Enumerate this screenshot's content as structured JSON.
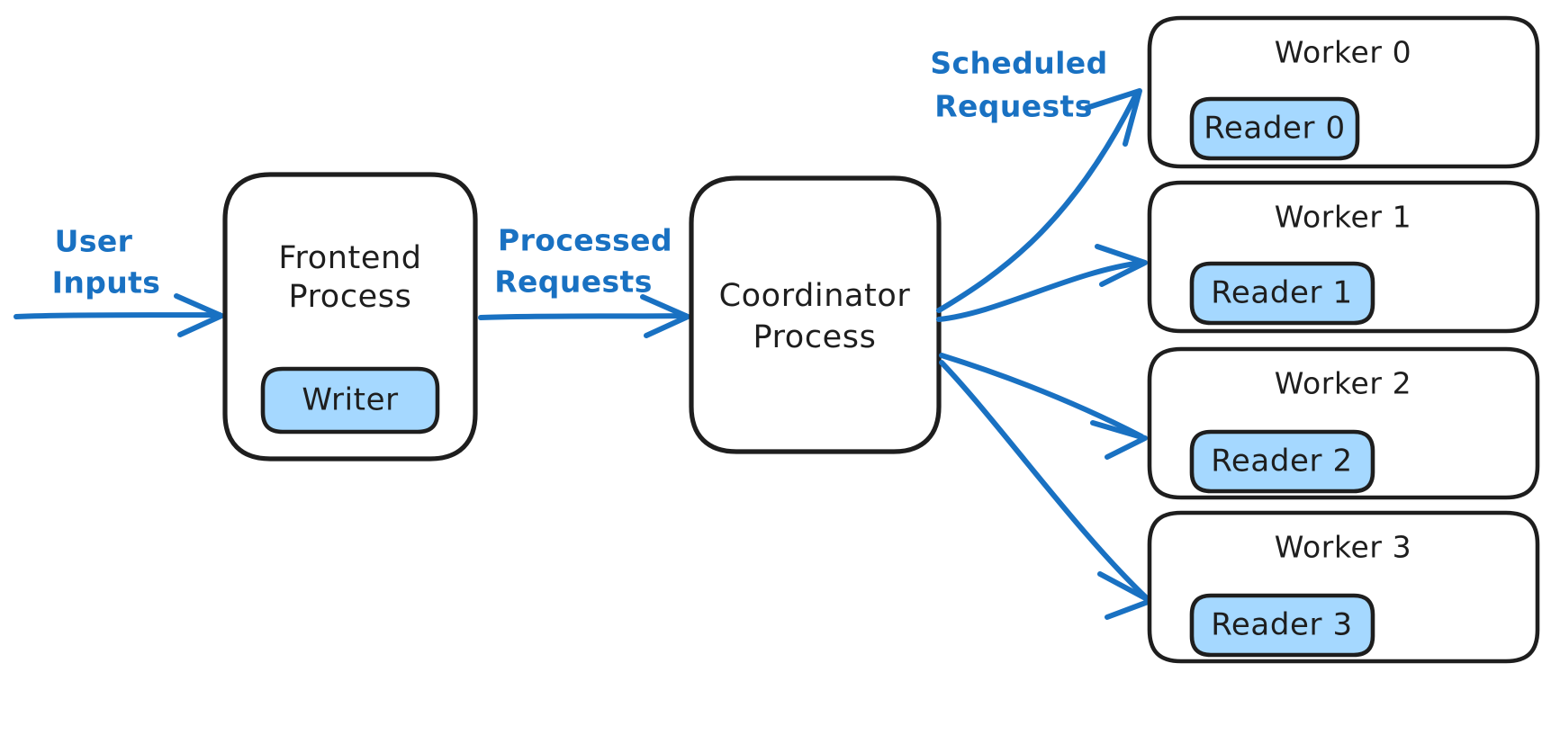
{
  "diagram": {
    "title": "Frontend / Coordinator / Worker process architecture",
    "colors": {
      "stroke": "#1e1e1e",
      "accent": "#1971c2",
      "sub_fill": "#a5d8ff",
      "background": "#ffffff"
    },
    "nodes": {
      "frontend": {
        "label_line1": "Frontend",
        "label_line2": "Process",
        "sub": {
          "label": "Writer"
        }
      },
      "coordinator": {
        "label_line1": "Coordinator",
        "label_line2": "Process"
      },
      "workers": [
        {
          "label": "Worker 0",
          "sub": {
            "label": "Reader 0"
          }
        },
        {
          "label": "Worker 1",
          "sub": {
            "label": "Reader 1"
          }
        },
        {
          "label": "Worker 2",
          "sub": {
            "label": "Reader 2"
          }
        },
        {
          "label": "Worker 3",
          "sub": {
            "label": "Reader 3"
          }
        }
      ]
    },
    "edges": {
      "user_inputs": {
        "line1": "User",
        "line2": "Inputs"
      },
      "processed_requests": {
        "line1": "Processed",
        "line2": "Requests"
      },
      "scheduled_requests": {
        "line1": "Scheduled",
        "line2": "Requests"
      }
    }
  }
}
